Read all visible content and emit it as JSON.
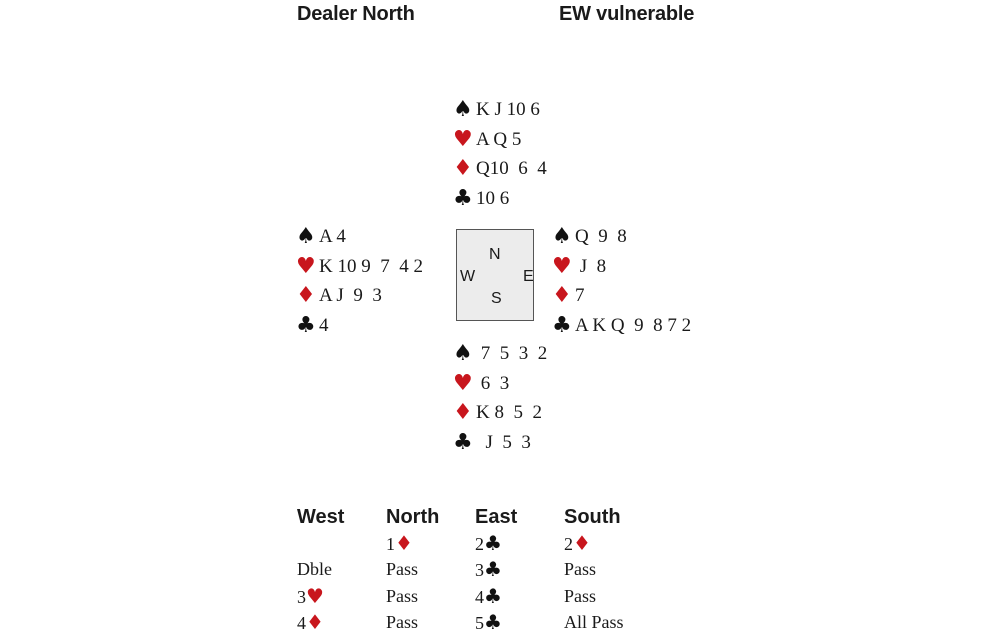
{
  "header": {
    "dealer": "Dealer North",
    "vulnerability": "EW vulnerable"
  },
  "colors": {
    "red_suit": "#c8161d",
    "black_suit": "#111111",
    "compass_fill": "#ececec"
  },
  "suits": {
    "spades": "♠",
    "hearts": "♥",
    "diamonds": "♦",
    "clubs": "♣"
  },
  "hands": {
    "north": {
      "spades": "K J 10 6",
      "hearts": "A Q 5",
      "diamonds": "Q10  6  4",
      "clubs": "10 6"
    },
    "west": {
      "spades": "A 4",
      "hearts": "K 10 9  7  4 2",
      "diamonds": "A J  9  3",
      "clubs": "4"
    },
    "east": {
      "spades": "Q  9  8",
      "hearts": " J  8",
      "diamonds": "7",
      "clubs": "A K Q  9  8 7 2"
    },
    "south": {
      "spades": " 7  5  3  2",
      "hearts": " 6  3",
      "diamonds": "K 8  5  2",
      "clubs": "  J  5  3"
    }
  },
  "compass": {
    "n": "N",
    "s": "S",
    "e": "E",
    "w": "W"
  },
  "auction": {
    "headers": [
      "West",
      "North",
      "East",
      "South"
    ],
    "rows": [
      [
        "",
        "1♦",
        "2♣",
        "2♦"
      ],
      [
        "Dble",
        "Pass",
        "3♣",
        "Pass"
      ],
      [
        "3♥",
        "Pass",
        "4♣",
        "Pass"
      ],
      [
        "4♦",
        "Pass",
        "5♣",
        "All Pass"
      ]
    ]
  }
}
